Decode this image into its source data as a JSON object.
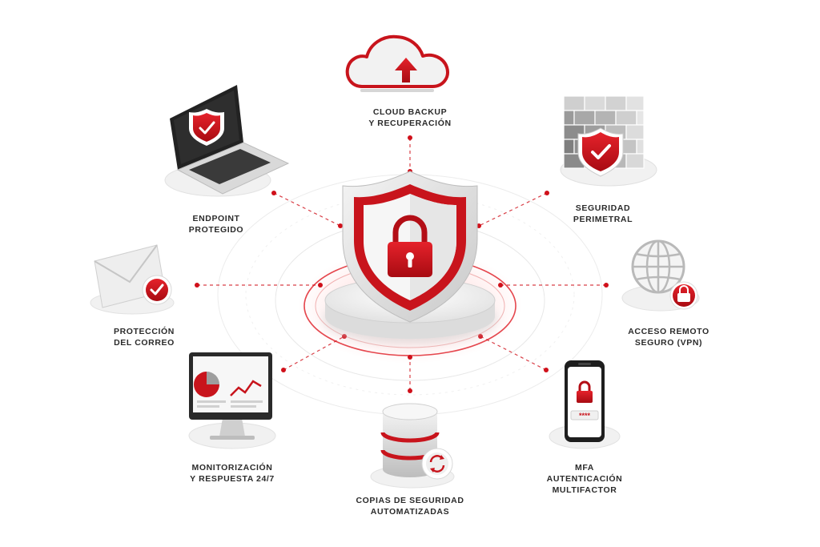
{
  "colors": {
    "accent": "#d0101a",
    "accent_dark": "#a00b12",
    "text": "#2b2b2b",
    "platform": "#eeeeee"
  },
  "center": {
    "icon": "shield-lock-icon"
  },
  "nodes": [
    {
      "id": "cloud",
      "icon": "cloud-upload-icon",
      "lines": [
        "CLOUD BACKUP",
        "Y RECUPERACIÓN"
      ]
    },
    {
      "id": "firewall",
      "icon": "firewall-shield-icon",
      "lines": [
        "SEGURIDAD",
        "PERIMETRAL"
      ]
    },
    {
      "id": "vpn",
      "icon": "globe-lock-icon",
      "lines": [
        "ACCESO REMOTO",
        "SEGURO (VPN)"
      ]
    },
    {
      "id": "mfa",
      "icon": "smartphone-lock-icon",
      "lines": [
        "MFA",
        "AUTENTICACIÓN",
        "MULTIFACTOR"
      ]
    },
    {
      "id": "backups",
      "icon": "database-sync-icon",
      "lines": [
        "COPIAS DE SEGURIDAD",
        "AUTOMATIZADAS"
      ]
    },
    {
      "id": "monitor",
      "icon": "monitor-analytics-icon",
      "lines": [
        "MONITORIZACIÓN",
        "Y RESPUESTA 24/7"
      ]
    },
    {
      "id": "email",
      "icon": "envelope-check-icon",
      "lines": [
        "PROTECCIÓN",
        "DEL CORREO"
      ]
    },
    {
      "id": "endpoint",
      "icon": "laptop-shield-icon",
      "lines": [
        "ENDPOINT",
        "PROTEGIDO"
      ]
    }
  ]
}
